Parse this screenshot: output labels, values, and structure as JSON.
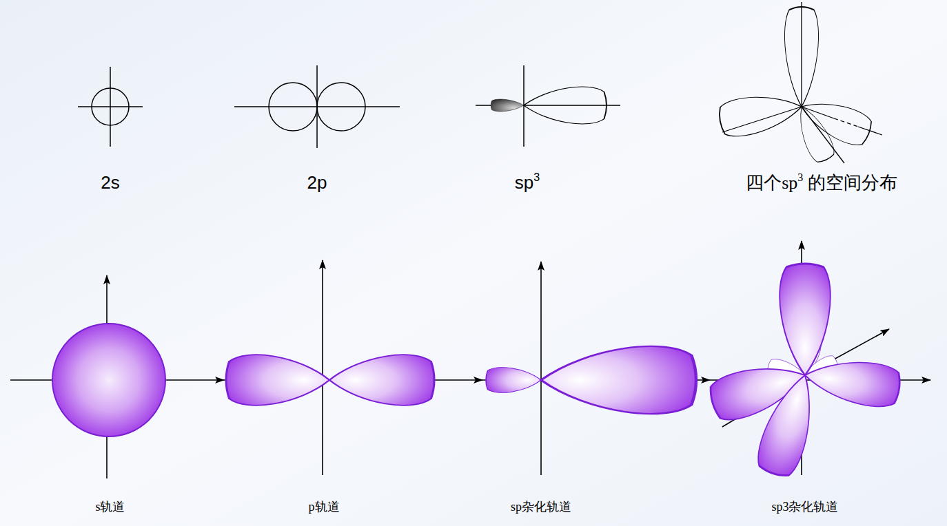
{
  "diagram": {
    "labels": [
      "2s",
      "2p",
      "sp3",
      "四个sp3 的空间分布",
      "s轨道",
      "p轨道",
      "sp杂化轨道",
      "sp3杂化轨道"
    ]
  }
}
